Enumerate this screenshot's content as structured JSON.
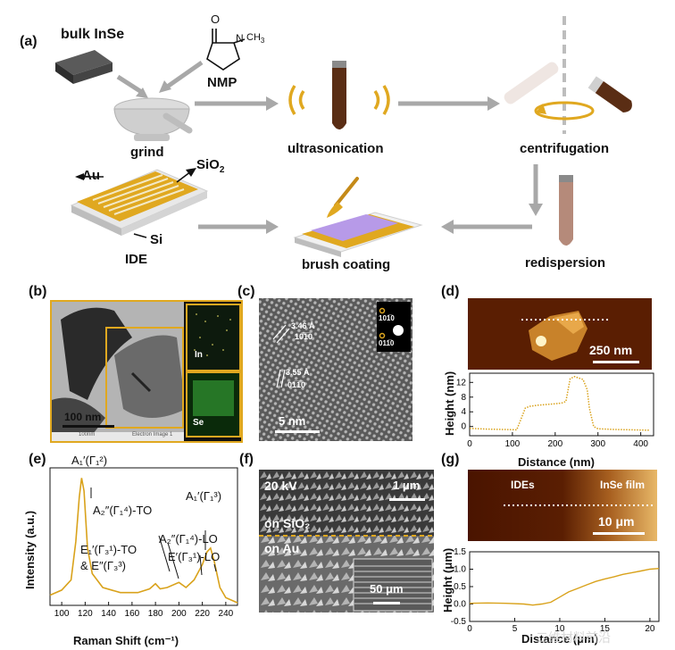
{
  "panels": {
    "a": {
      "label": "(a)",
      "bulk": "bulk InSe",
      "nmp": "NMP",
      "ch3": "CH",
      "ch3_sub": "3",
      "o": "O",
      "n": "N",
      "grind": "grind",
      "ultrasonication": "ultrasonication",
      "centrifugation": "centrifugation",
      "au": "Au",
      "sio2": "SiO",
      "sio2_sub": "2",
      "si": "Si",
      "ide": "IDE",
      "brush": "brush coating",
      "redispersion": "redispersion"
    },
    "b": {
      "label": "(b)",
      "scale": "100 nm",
      "in": "In",
      "se": "Se",
      "footer_left": "100nm",
      "footer_mid": "Electron Image 1"
    },
    "c": {
      "label": "(c)",
      "d1": "3.46 Å",
      "d1_plane": "10̅1̅0",
      "d2": "3.55 Å",
      "d2_plane": "01̅1̅0",
      "saed1": "101̅0",
      "saed2": "011̅0",
      "scale": "5 nm"
    },
    "d": {
      "label": "(d)",
      "scale": "250 nm",
      "ylabel": "Height (nm)",
      "xlabel": "Distance (nm)",
      "yticks": [
        "0",
        "4",
        "8",
        "12"
      ],
      "xticks": [
        "0",
        "100",
        "200",
        "300",
        "400"
      ]
    },
    "e": {
      "label": "(e)",
      "ylabel": "Intensity (a.u.)",
      "xlabel": "Raman Shift (cm⁻¹)",
      "xticks": [
        "100",
        "120",
        "140",
        "160",
        "180",
        "200",
        "220",
        "240"
      ],
      "ann": [
        "A₁′(Γ₁²)",
        "A₂″(Γ₁⁴)-TO",
        "E₁′(Γ₃¹)-TO",
        "& E″(Γ₃³)",
        "A₂″(Γ₁⁴)-LO",
        "E′(Γ₃¹)-LO",
        "A₁′(Γ₁³)"
      ]
    },
    "f": {
      "label": "(f)",
      "kv": "20 kV",
      "scale1": "1 μm",
      "on_sio2": "on SiO₂",
      "on_au": "on Au",
      "scale2": "50 μm"
    },
    "g": {
      "label": "(g)",
      "ides": "IDEs",
      "insefilm": "InSe film",
      "scale": "10 μm",
      "ylabel": "Height (μm)",
      "xlabel": "Distance (μm)",
      "yticks": [
        "-0.5",
        "0.0",
        "0.5",
        "1.0",
        "1.5"
      ],
      "xticks": [
        "0",
        "5",
        "10",
        "15",
        "20"
      ]
    }
  },
  "watermark": "二维材料前沿",
  "colors": {
    "accent": "#e0a820",
    "trace": "#d9a21b",
    "arrow": "#a8a8a8"
  },
  "chart_data": [
    {
      "panel": "d",
      "type": "line",
      "xlabel": "Distance (nm)",
      "ylabel": "Height (nm)",
      "xlim": [
        0,
        430
      ],
      "ylim": [
        -2.5,
        14.5
      ],
      "x": [
        0,
        40,
        80,
        110,
        120,
        130,
        140,
        160,
        180,
        200,
        215,
        225,
        235,
        245,
        255,
        265,
        275,
        280,
        290,
        300,
        340,
        380,
        420
      ],
      "y": [
        -0.5,
        -0.7,
        -0.8,
        -0.9,
        2.0,
        5.0,
        5.5,
        5.8,
        6.0,
        6.2,
        6.4,
        6.8,
        13.0,
        13.6,
        13.2,
        12.8,
        10.0,
        5.0,
        0.0,
        -0.6,
        -0.8,
        -0.9,
        -1.0
      ]
    },
    {
      "panel": "e",
      "type": "line",
      "xlabel": "Raman Shift (cm⁻¹)",
      "ylabel": "Intensity (a.u.)",
      "xlim": [
        90,
        250
      ],
      "x": [
        90,
        100,
        108,
        112,
        115,
        117,
        119,
        122,
        126,
        135,
        150,
        165,
        175,
        180,
        184,
        190,
        200,
        206,
        213,
        220,
        224,
        227,
        230,
        235,
        240,
        250
      ],
      "y": [
        0.08,
        0.12,
        0.2,
        0.5,
        0.85,
        1.0,
        0.9,
        0.45,
        0.25,
        0.14,
        0.1,
        0.1,
        0.13,
        0.17,
        0.13,
        0.14,
        0.18,
        0.14,
        0.2,
        0.32,
        0.42,
        0.45,
        0.35,
        0.14,
        0.06,
        0.02
      ]
    },
    {
      "panel": "g",
      "type": "line",
      "xlabel": "Distance (μm)",
      "ylabel": "Height (μm)",
      "xlim": [
        0,
        21
      ],
      "ylim": [
        -0.5,
        1.5
      ],
      "x": [
        0,
        2,
        4,
        6,
        7,
        8,
        9,
        10,
        11,
        12,
        13,
        14,
        15,
        16,
        17,
        18,
        19,
        20,
        21
      ],
      "y": [
        0.02,
        0.03,
        0.02,
        0.0,
        -0.03,
        0.0,
        0.05,
        0.2,
        0.35,
        0.45,
        0.55,
        0.65,
        0.72,
        0.78,
        0.85,
        0.9,
        0.95,
        1.0,
        1.02
      ]
    }
  ]
}
